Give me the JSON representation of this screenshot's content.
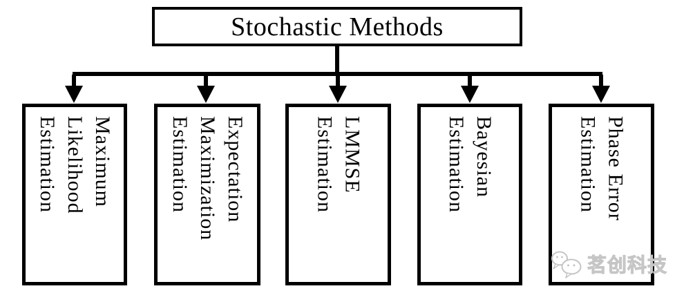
{
  "diagram": {
    "root": {
      "label": "Stochastic Methods"
    },
    "children": [
      {
        "id": "maximum-likelihood-estimation",
        "label": "Maximum\nLikelihood\nEstimation"
      },
      {
        "id": "expectation-maximization-estimation",
        "label": "Expectation\nMaximization\nEstimation"
      },
      {
        "id": "lmmse-estimation",
        "label": "LMMSE\nEstimation"
      },
      {
        "id": "bayesian-estimation",
        "label": "Bayesian\nEstimation"
      },
      {
        "id": "phase-error-estimation",
        "label": "Phase Error\nEstimation"
      }
    ],
    "colors": {
      "line": "#000000",
      "background": "#ffffff"
    }
  },
  "watermark": {
    "text": "茗创科技",
    "icon": "wechat-icon",
    "color": "#c5c5c5"
  }
}
